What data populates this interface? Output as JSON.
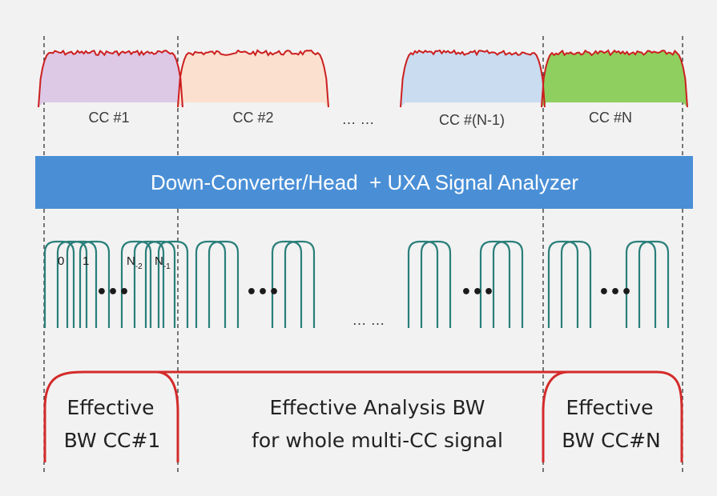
{
  "carriers": [
    {
      "label": "CC #1",
      "fill": "#ddc8e6"
    },
    {
      "label": "CC #2",
      "fill": "#fbe0cf"
    },
    {
      "label": "CC #(N-1)",
      "fill": "#c9dcf0"
    },
    {
      "label": "CC #N",
      "fill": "#8fcf5f"
    }
  ],
  "carrier_gap_label": "… …",
  "analyzer_band": "Down-Converter/Head  + UXA Signal Analyzer",
  "subchannel_labels": {
    "first": "0",
    "second": "1",
    "n2_base": "N",
    "n2_sub": "-2",
    "n1_base": "N",
    "n1_sub": "-1"
  },
  "filter_dots": "•••",
  "filter_gap_label": "… …",
  "bw_left": [
    "Effective",
    "BW CC#1"
  ],
  "bw_center": [
    "Effective Analysis BW",
    "for whole multi-CC signal"
  ],
  "bw_right": [
    "Effective",
    "BW CC#N"
  ],
  "colors": {
    "spectrum": "#cc1f1f",
    "band": "#4a8fd6",
    "filter": "#2a7f7a",
    "bw_curve": "#d42a2a",
    "divider": "#333333"
  }
}
